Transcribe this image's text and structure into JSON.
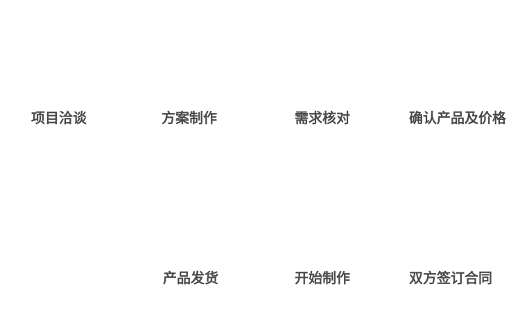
{
  "process_flow": {
    "steps_top": [
      "项目洽谈",
      "方案制作",
      "需求核对",
      "确认产品及价格"
    ],
    "steps_bottom": [
      "产品发货",
      "开始制作",
      "双方签订合同"
    ]
  },
  "colors": {
    "background": "#ffffff",
    "text": "#4a4a4a"
  }
}
